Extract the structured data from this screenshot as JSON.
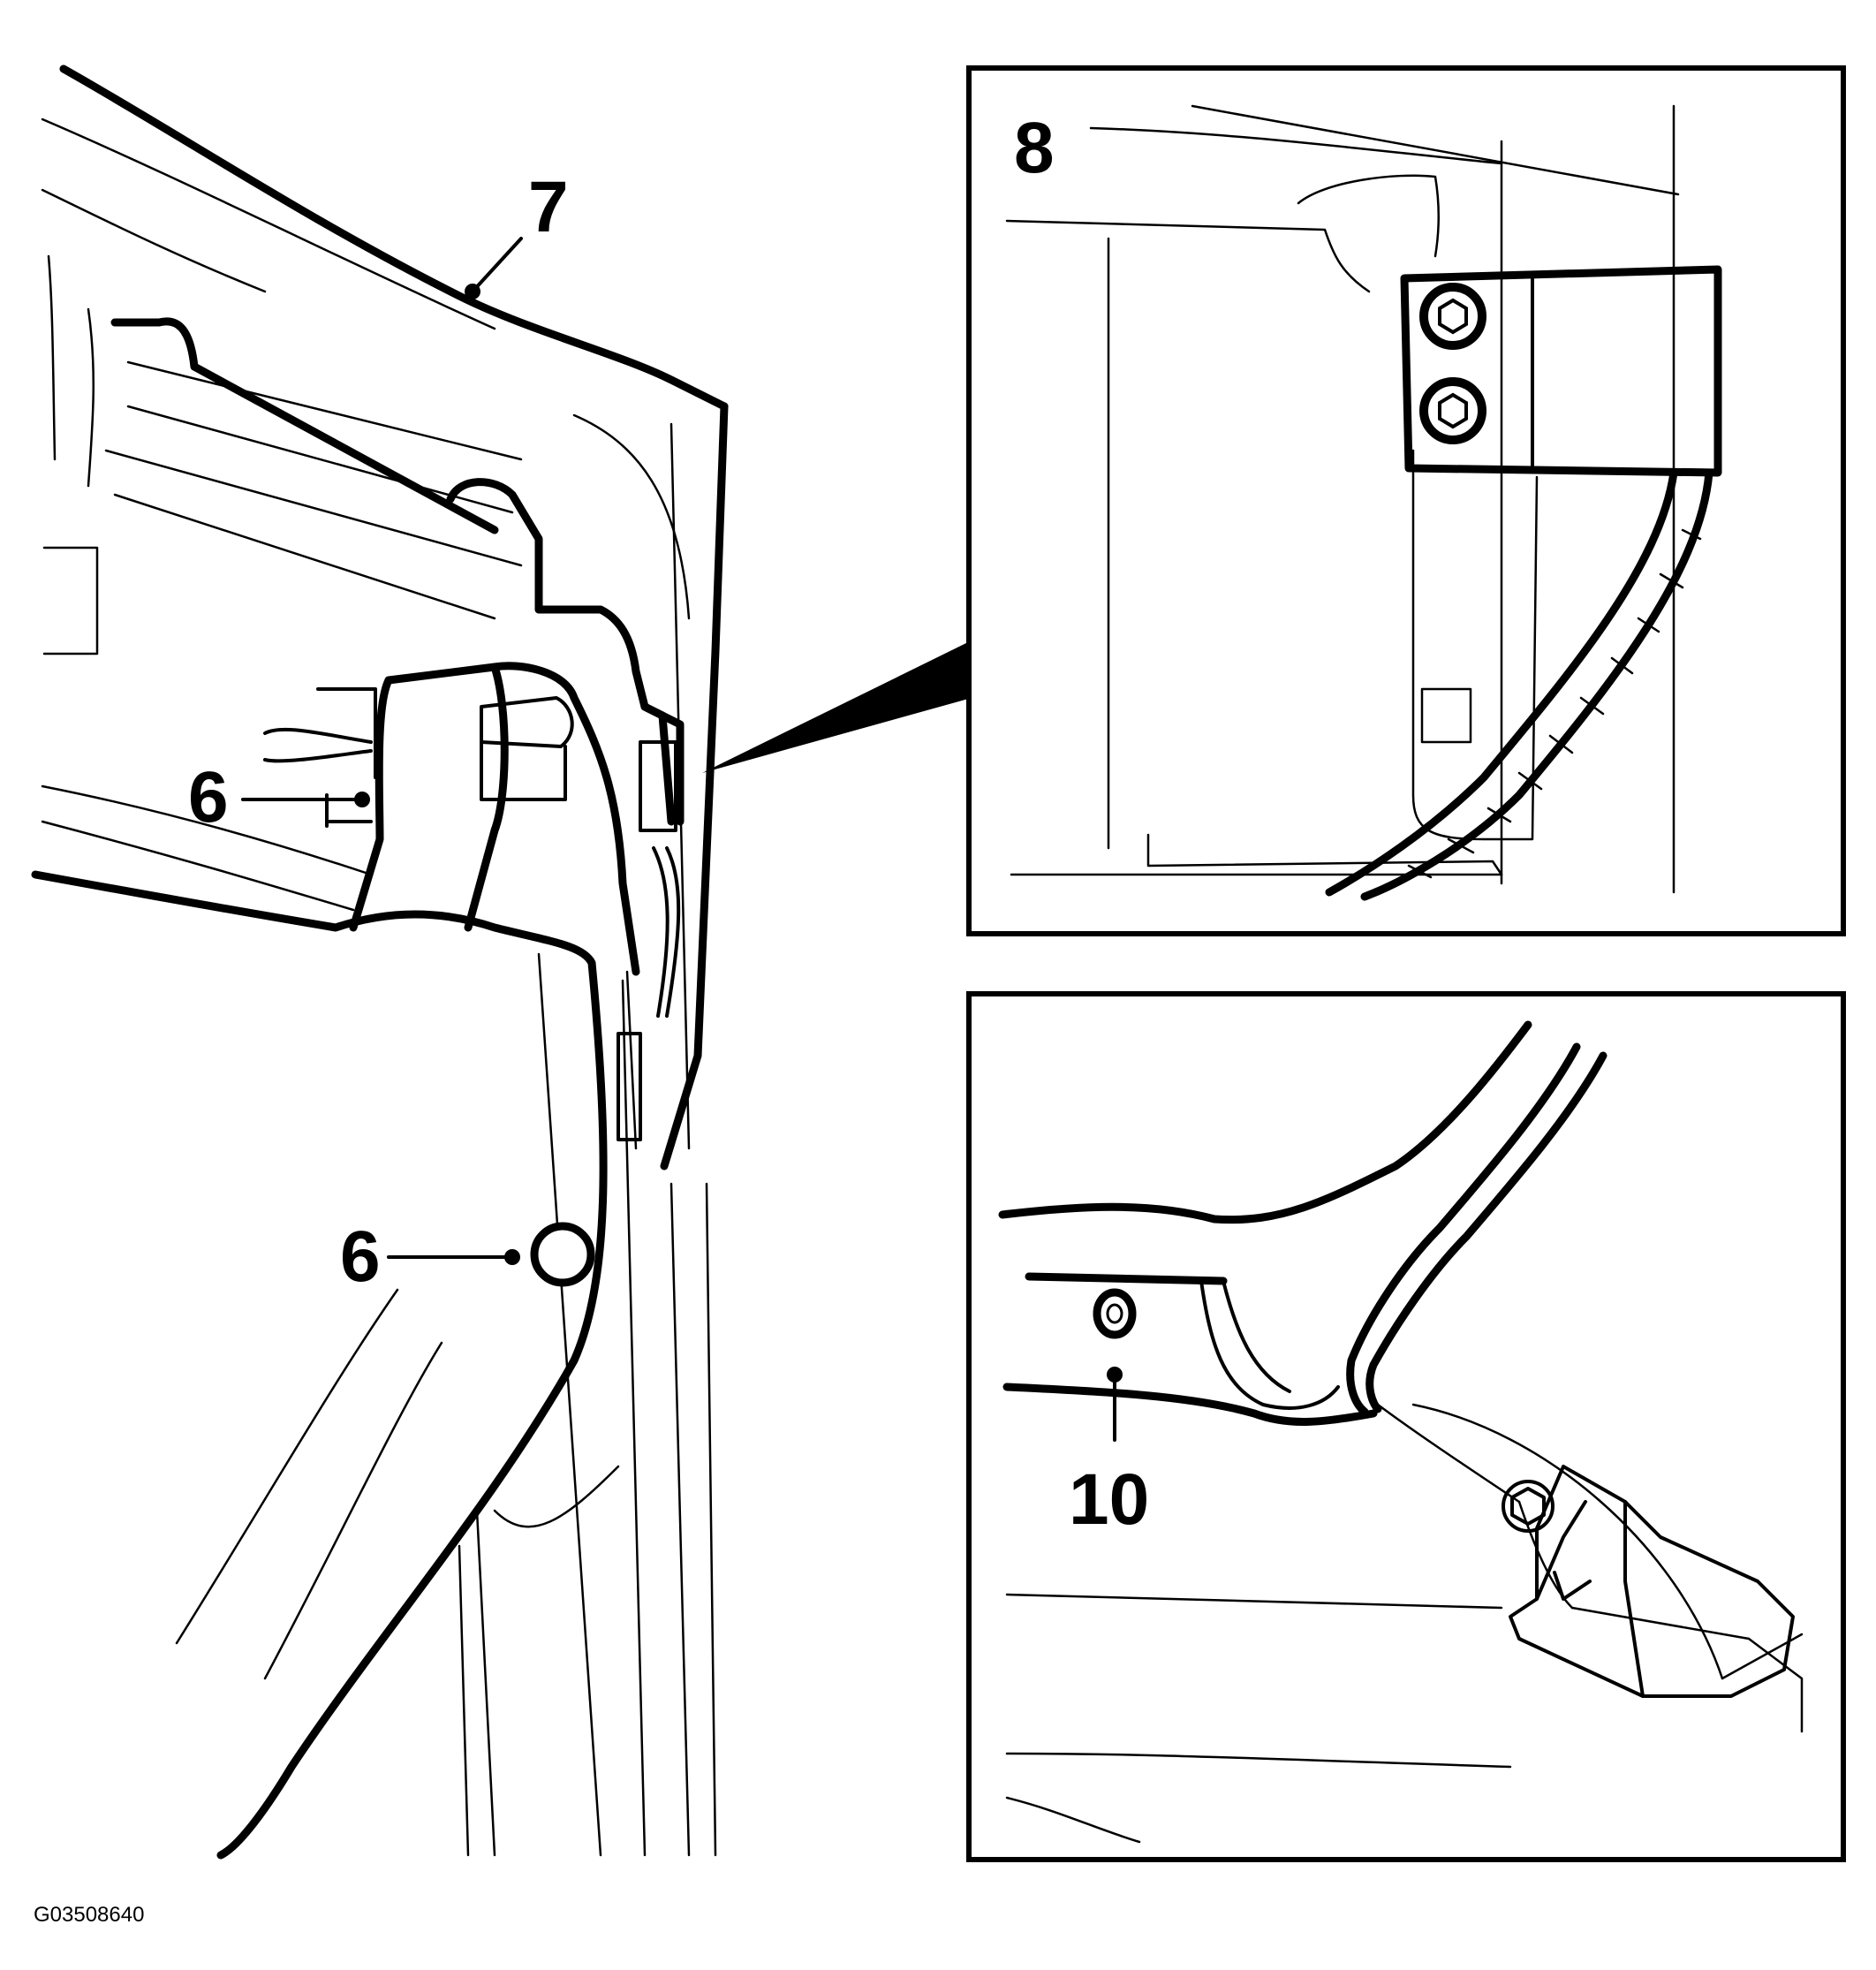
{
  "callouts": {
    "label_7": "7",
    "label_6_upper": "6",
    "label_6_lower": "6",
    "label_8": "8",
    "label_10": "10"
  },
  "figure_id": "G03508640",
  "colors": {
    "line": "#000000",
    "background": "#ffffff"
  }
}
